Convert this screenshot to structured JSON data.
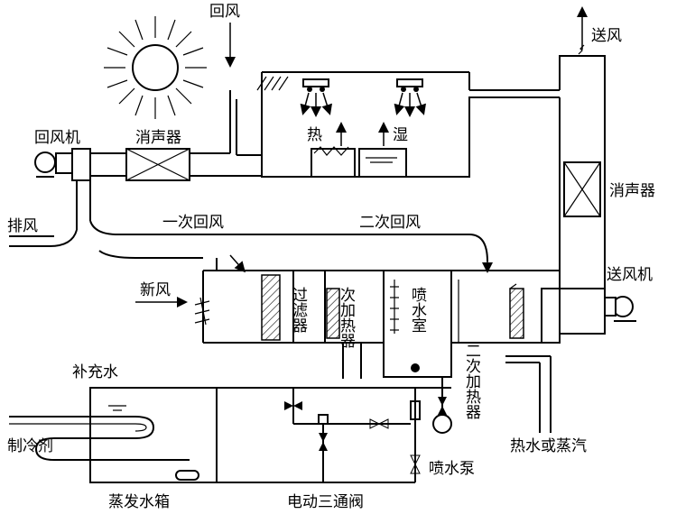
{
  "labels": {
    "return_air": "回风",
    "supply_air": "送风",
    "return_fan": "回风机",
    "silencer_left": "消声器",
    "silencer_right": "消声器",
    "heat": "热",
    "humid": "湿",
    "exhaust": "排风",
    "primary_return": "一次回风",
    "secondary_return": "二次回风",
    "fresh_air": "新风",
    "supply_fan": "送风机",
    "filter": "过滤器",
    "reheater1": "次加热器",
    "spray_room": "喷水室",
    "reheater2": "二次加热器",
    "makeup_water": "补充水",
    "refrigerant": "制冷剂",
    "hot_water_steam": "热水或蒸汽",
    "spray_pump": "喷水泵",
    "evap_tank": "蒸发水箱",
    "three_way_valve": "电动三通阀"
  }
}
